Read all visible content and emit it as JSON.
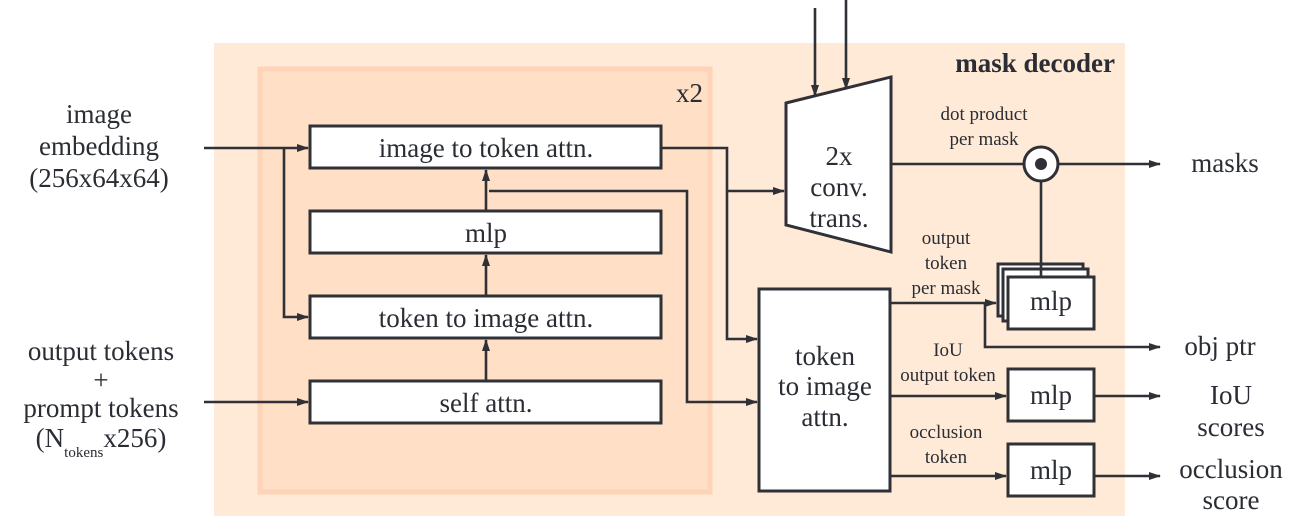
{
  "diagram": {
    "title": "mask decoder",
    "repeat_label": "x2",
    "colors": {
      "outer_panel": "#ffe9d7",
      "inner_panel": "#ffdfc6",
      "inner_panel_border": "#ffd3b8",
      "stroke": "#2f3136",
      "text": "#2a2d34"
    },
    "inputs": {
      "image_embedding": [
        "image",
        "embedding",
        "(256x64x64)"
      ],
      "tokens": {
        "line1": "output tokens",
        "line2": "+",
        "line3": "prompt tokens",
        "line4_prefix": "(N",
        "line4_sub": "tokens",
        "line4_suffix": "x256)"
      }
    },
    "blocks": {
      "image_to_token_attn": "image to token attn.",
      "mlp": "mlp",
      "token_to_image_attn": "token to image attn.",
      "self_attn": "self attn.",
      "conv_trans": [
        "2x",
        "conv.",
        "trans."
      ],
      "final_token_to_image_attn": [
        "token",
        "to image",
        "attn."
      ],
      "mask_mlp": "mlp",
      "iou_mlp": "mlp",
      "occlusion_mlp": "mlp"
    },
    "edge_labels": {
      "dot_product": [
        "dot product",
        "per mask"
      ],
      "output_token_per_mask": [
        "output",
        "token",
        "per mask"
      ],
      "iou_output_token": [
        "IoU",
        "output token"
      ],
      "occlusion_token": [
        "occlusion",
        "token"
      ]
    },
    "outputs": {
      "masks": "masks",
      "obj_ptr": "obj ptr",
      "iou_scores": [
        "IoU",
        "scores"
      ],
      "occlusion_score": [
        "occlusion",
        "score"
      ]
    }
  }
}
